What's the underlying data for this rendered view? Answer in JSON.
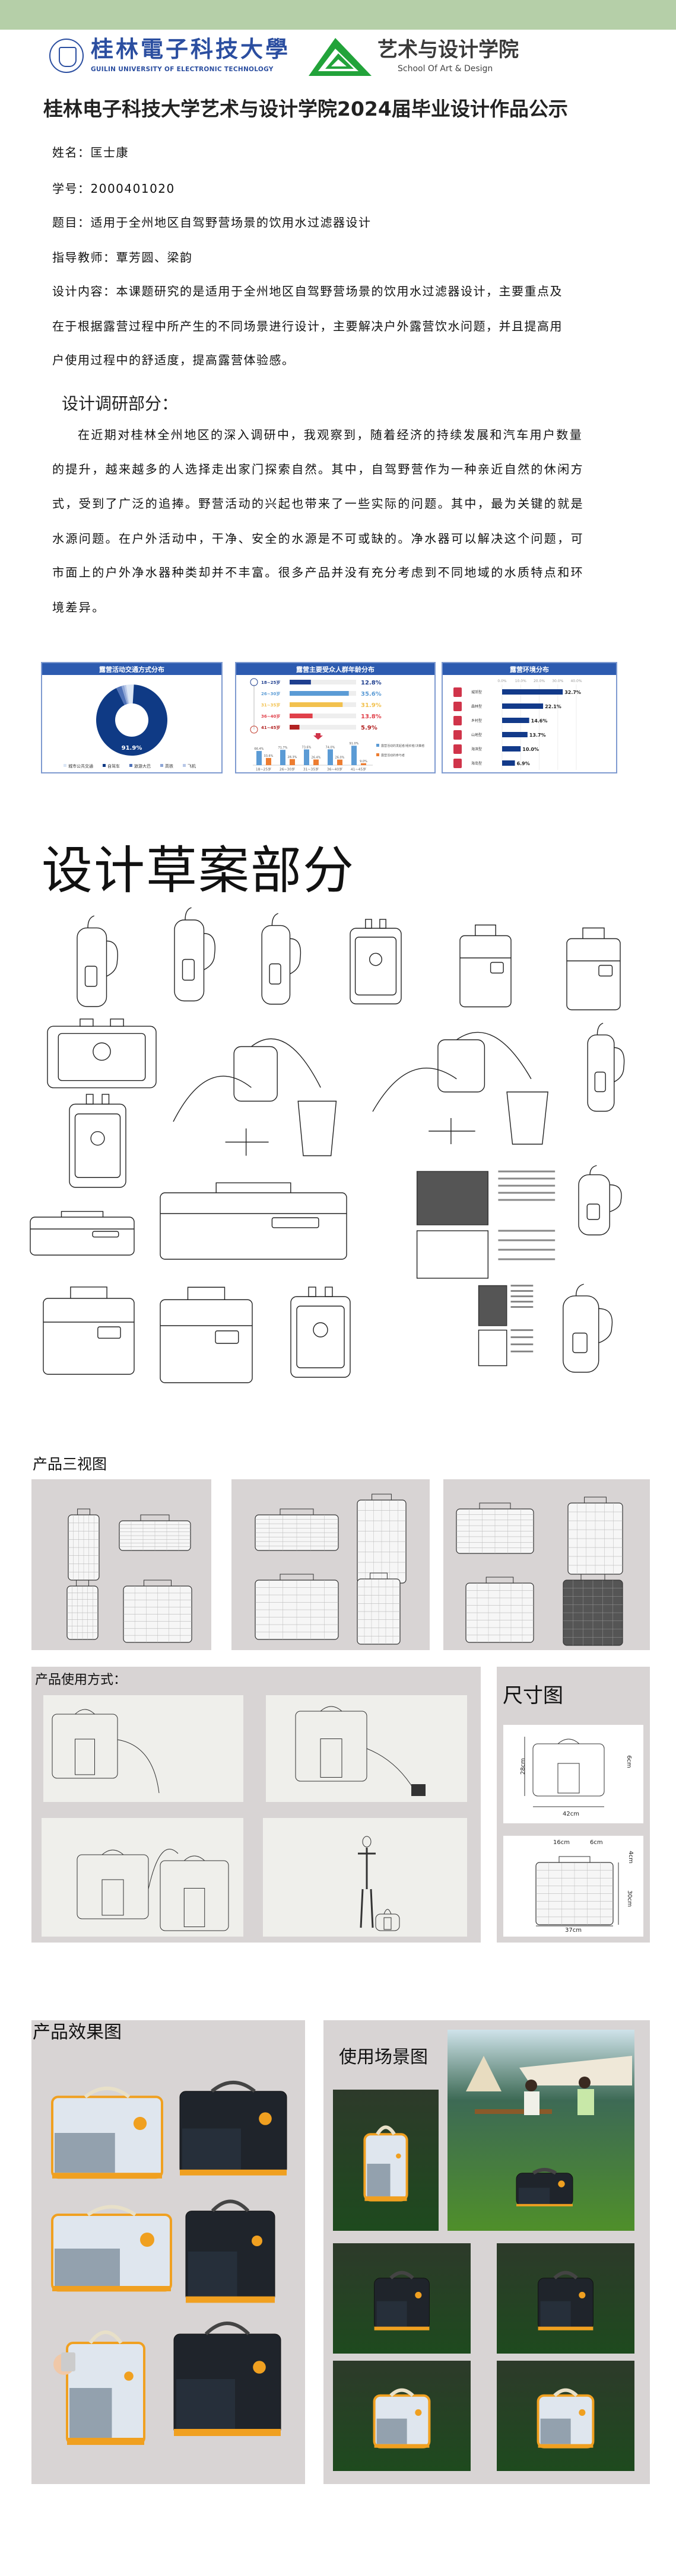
{
  "header": {
    "university_name_cn": "桂林電子科技大學",
    "university_name_en": "GUILIN UNIVERSITY OF ELECTRONIC TECHNOLOGY",
    "school_name_cn": "艺术与设计学院",
    "school_name_en": "School Of Art & Design",
    "band_color": "#b5cfa8"
  },
  "title": "桂林电子科技大学艺术与设计学院2024届毕业设计作品公示",
  "info": {
    "name": "姓名：匡士康",
    "student_id": "学号：2000401020",
    "topic": "题目：适用于全州地区自驾野营场景的饮用水过滤器设计",
    "advisors": "指导教师：覃芳圆、梁韵",
    "content_lines": [
      "设计内容：本课题研究的是适用于全州地区自驾野营场景的饮用水过滤器设计，主要重点及",
      "在于根据露营过程中所产生的不同场景进行设计，主要解决户外露营饮水问题，并且提高用",
      "户使用过程中的舒适度，提高露营体验感。"
    ]
  },
  "research": {
    "heading": "设计调研部分：",
    "lines": [
      "在近期对桂林全州地区的深入调研中，我观察到，随着经济的持续发展和汽车用户数量",
      "的提升，越来越多的人选择走出家门探索自然。其中，自驾野营作为一种亲近自然的休闲方",
      "式，受到了广泛的追捧。野营活动的兴起也带来了一些实际的问题。其中，最为关键的就是",
      "水源问题。在户外活动中，干净、安全的水源是不可或缺的。净水器可以解决这个问题，可",
      "市面上的户外净水器种类却并不丰富。很多产品并没有充分考虑到不同地域的水质特点和环",
      "境差异。"
    ]
  },
  "chart_data": [
    {
      "type": "pie",
      "title": "露营活动交通方式分布",
      "categories": [
        "城市公共交通",
        "自驾车",
        "旅游大巴",
        "高铁",
        "飞机"
      ],
      "values": [
        3.5,
        91.9,
        2.5,
        1.2,
        0.9
      ],
      "data_labels": [
        "91.9%"
      ],
      "colors": [
        "#dbe6f5",
        "#0f3a85",
        "#4f72b8",
        "#8ea6d6",
        "#b8c8e8"
      ],
      "legend": "bottom"
    },
    {
      "type": "bar",
      "title": "露营主要受众人群年龄分布",
      "categories": [
        "18~25岁",
        "26~30岁",
        "31~35岁",
        "36~40岁",
        "41~45岁"
      ],
      "values": [
        12.8,
        35.6,
        31.9,
        13.8,
        5.9
      ],
      "value_labels": [
        "12.8%",
        "35.6%",
        "31.9%",
        "13.8%",
        "5.9%"
      ],
      "colors": [
        "#1f3f8f",
        "#5b9bd5",
        "#f2c14e",
        "#e0404a",
        "#b22222"
      ],
      "xlim": [
        0,
        100
      ],
      "sub_chart": {
        "type": "bar",
        "categories": [
          "18~25岁",
          "26~30岁",
          "31~35岁",
          "36~40岁",
          "41~45岁"
        ],
        "series": [
          {
            "name": "露营活动的发起者/组织者/决策者",
            "values": [
              66.4,
              71.7,
              73.6,
              74.0,
              91.0
            ],
            "labels": [
              "66.4%",
              "71.7%",
              "73.6%",
              "74.0%",
              "91.0%"
            ],
            "color": "#5b9bd5"
          },
          {
            "name": "露营活动的参与者",
            "values": [
              33.6,
              28.3,
              26.4,
              26.0,
              9.0
            ],
            "labels": [
              "33.6%",
              "28.3%",
              "26.4%",
              "26.0%",
              "9.0%"
            ],
            "color": "#ed7d31"
          }
        ],
        "ylim": [
          0,
          100
        ],
        "legend": "right"
      }
    },
    {
      "type": "bar",
      "orientation": "horizontal",
      "title": "露营环境分布",
      "categories": [
        "城郊型",
        "森林型",
        "乡村型",
        "山地型",
        "海滨型",
        "海岛型"
      ],
      "values": [
        32.7,
        22.1,
        14.6,
        13.7,
        10.0,
        6.9
      ],
      "value_labels": [
        "32.7%",
        "22.1%",
        "14.6%",
        "13.7%",
        "10.0%",
        "6.9%"
      ],
      "x_ticks": [
        "0.0%",
        "10.0%",
        "20.0%",
        "30.0%",
        "40.0%"
      ],
      "xlim": [
        0,
        40
      ],
      "bar_color": "#123a8a",
      "icon_color": "#d0344a",
      "grid": true
    }
  ],
  "chart_header_color": "#2d5bb0",
  "sketch_section": {
    "heading": "设计草案部分"
  },
  "three_view": {
    "heading": "产品三视图"
  },
  "usage": {
    "heading": "产品使用方式："
  },
  "dimensions": {
    "heading": "尺寸图",
    "side_view_labels": [
      "28cm",
      "6cm",
      "42cm"
    ],
    "front_view_labels": [
      "16cm",
      "6cm",
      "4cm",
      "30cm",
      "37cm"
    ]
  },
  "renders": {
    "heading": "产品效果图",
    "accent_color": "#f0a020"
  },
  "scenes": {
    "heading": "使用场景图"
  },
  "panel_color": "#d8d4d4"
}
